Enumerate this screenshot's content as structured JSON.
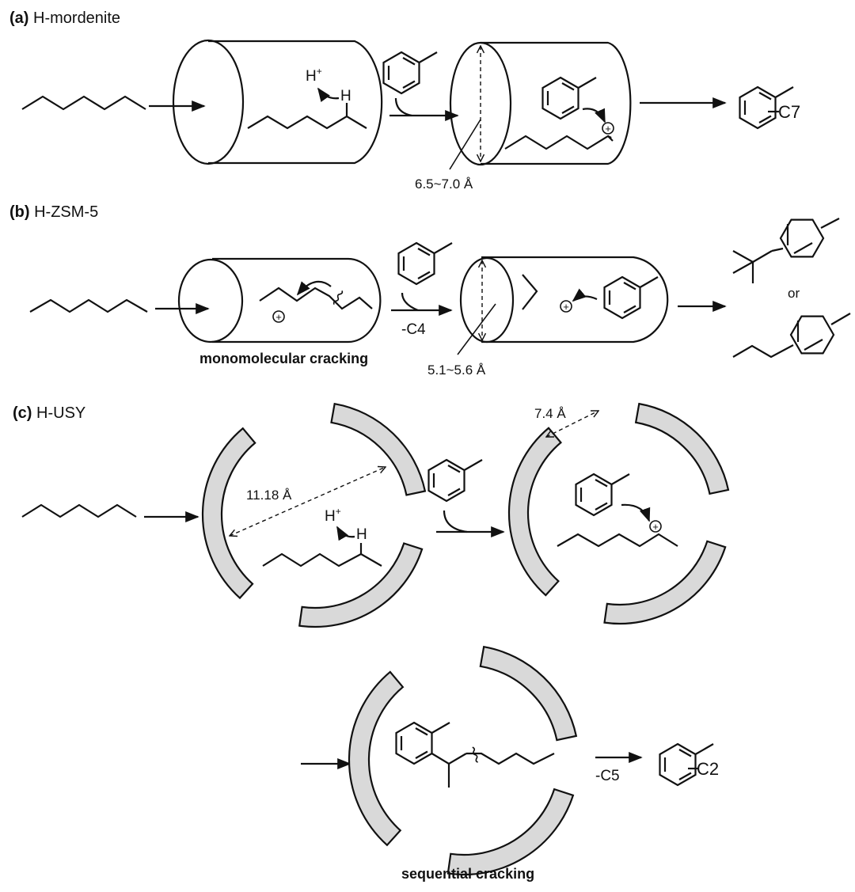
{
  "panels": {
    "a": {
      "letter": "(a)",
      "name": "H-mordenite",
      "proton": "H",
      "proton_charge": "+",
      "h_atom": "H",
      "pore_size": "6.5~7.0 Å",
      "product_substituent": "C7"
    },
    "b": {
      "letter": "(b)",
      "name": "H-ZSM-5",
      "process_label": "monomolecular cracking",
      "loss_label": "-C4",
      "pore_size": "5.1~5.6 Å",
      "or_label": "or"
    },
    "c": {
      "letter": "(c)",
      "name": "H-USY",
      "cage_size": "11.18 Å",
      "window_size": "7.4 Å",
      "proton": "H",
      "proton_charge": "+",
      "h_atom": "H",
      "process_label": "sequential cracking",
      "loss_label": "-C5",
      "product_substituent": "C2"
    }
  },
  "symbols": {
    "cation": "+"
  },
  "colors": {
    "framework_fill": "#d9d9d9",
    "stroke": "#111111"
  }
}
